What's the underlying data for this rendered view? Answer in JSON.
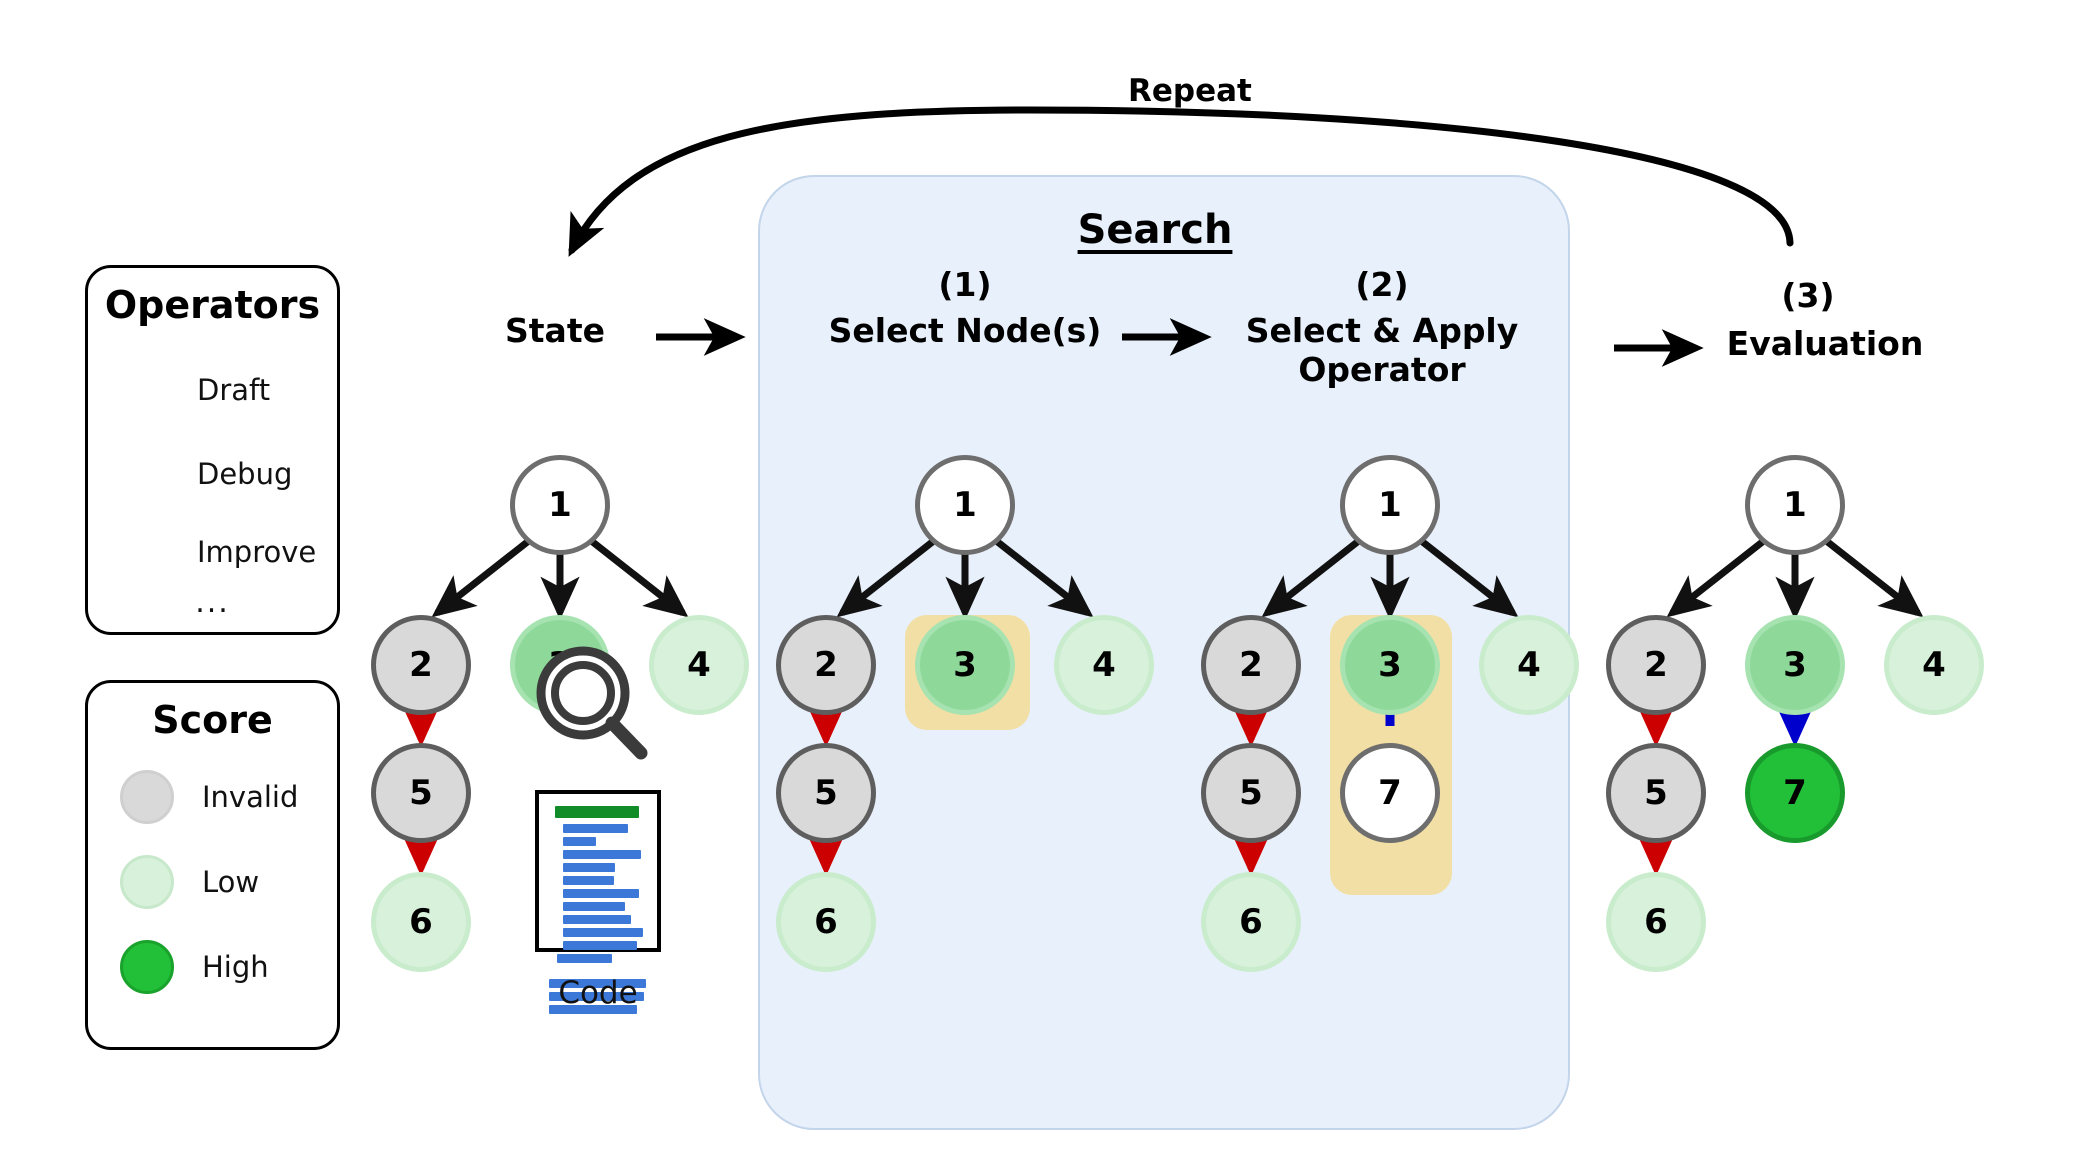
{
  "diagram": {
    "repeat_label": "Repeat",
    "panel_title": "Search",
    "stages": [
      {
        "num": "",
        "label": "State"
      },
      {
        "num": "(1)",
        "label": "Select Node(s)"
      },
      {
        "num": "(2)",
        "label": "Select & Apply\nOperator"
      },
      {
        "num": "(3)",
        "label": "Evaluation"
      }
    ]
  },
  "legend_operators": {
    "title": "Operators",
    "items": [
      {
        "label": "Draft",
        "color": "#000000"
      },
      {
        "label": "Debug",
        "color": "#cc0000"
      },
      {
        "label": "Improve",
        "color": "#0000cc"
      }
    ],
    "ellipsis": "..."
  },
  "legend_score": {
    "title": "Score",
    "items": [
      {
        "label": "Invalid",
        "color": "#d9d9d9"
      },
      {
        "label": "Low",
        "color": "#d7f1da"
      },
      {
        "label": "High",
        "color": "#22bf38"
      }
    ]
  },
  "code_icon": {
    "caption": "Code"
  },
  "trees": [
    {
      "name": "state-tree",
      "nodes": [
        {
          "id": "1",
          "score": "root"
        },
        {
          "id": "2",
          "score": "invalid"
        },
        {
          "id": "3",
          "score": "mid"
        },
        {
          "id": "4",
          "score": "low"
        },
        {
          "id": "5",
          "score": "invalid"
        },
        {
          "id": "6",
          "score": "low"
        }
      ],
      "edges": [
        {
          "from": "1",
          "to": "2",
          "op": "Draft"
        },
        {
          "from": "1",
          "to": "3",
          "op": "Draft"
        },
        {
          "from": "1",
          "to": "4",
          "op": "Draft"
        },
        {
          "from": "2",
          "to": "5",
          "op": "Debug"
        },
        {
          "from": "5",
          "to": "6",
          "op": "Debug"
        }
      ]
    },
    {
      "name": "select-nodes-tree",
      "nodes": [
        {
          "id": "1",
          "score": "root"
        },
        {
          "id": "2",
          "score": "invalid"
        },
        {
          "id": "3",
          "score": "mid",
          "highlighted": true
        },
        {
          "id": "4",
          "score": "low"
        },
        {
          "id": "5",
          "score": "invalid"
        },
        {
          "id": "6",
          "score": "low"
        }
      ],
      "edges": [
        {
          "from": "1",
          "to": "2",
          "op": "Draft"
        },
        {
          "from": "1",
          "to": "3",
          "op": "Draft"
        },
        {
          "from": "1",
          "to": "4",
          "op": "Draft"
        },
        {
          "from": "2",
          "to": "5",
          "op": "Debug"
        },
        {
          "from": "5",
          "to": "6",
          "op": "Debug"
        }
      ]
    },
    {
      "name": "apply-operator-tree",
      "nodes": [
        {
          "id": "1",
          "score": "root"
        },
        {
          "id": "2",
          "score": "invalid"
        },
        {
          "id": "3",
          "score": "mid",
          "highlighted": true
        },
        {
          "id": "4",
          "score": "low"
        },
        {
          "id": "5",
          "score": "invalid"
        },
        {
          "id": "6",
          "score": "low"
        },
        {
          "id": "7",
          "score": "white",
          "highlighted": true
        }
      ],
      "edges": [
        {
          "from": "1",
          "to": "2",
          "op": "Draft"
        },
        {
          "from": "1",
          "to": "3",
          "op": "Draft"
        },
        {
          "from": "1",
          "to": "4",
          "op": "Draft"
        },
        {
          "from": "2",
          "to": "5",
          "op": "Debug"
        },
        {
          "from": "5",
          "to": "6",
          "op": "Debug"
        },
        {
          "from": "3",
          "to": "7",
          "op": "Improve",
          "style": "dashed"
        }
      ]
    },
    {
      "name": "evaluation-tree",
      "nodes": [
        {
          "id": "1",
          "score": "root"
        },
        {
          "id": "2",
          "score": "invalid"
        },
        {
          "id": "3",
          "score": "mid"
        },
        {
          "id": "4",
          "score": "low"
        },
        {
          "id": "5",
          "score": "invalid"
        },
        {
          "id": "6",
          "score": "low"
        },
        {
          "id": "7",
          "score": "high"
        }
      ],
      "edges": [
        {
          "from": "1",
          "to": "2",
          "op": "Draft"
        },
        {
          "from": "1",
          "to": "3",
          "op": "Draft"
        },
        {
          "from": "1",
          "to": "4",
          "op": "Draft"
        },
        {
          "from": "2",
          "to": "5",
          "op": "Debug"
        },
        {
          "from": "5",
          "to": "6",
          "op": "Debug"
        },
        {
          "from": "3",
          "to": "7",
          "op": "Improve"
        }
      ]
    }
  ],
  "colors": {
    "panel_bg": "#e8f0fb",
    "panel_border": "#c3d5ea",
    "highlight": "#f2dfa5",
    "draft": "#000000",
    "debug": "#cc0000",
    "improve": "#0000cc",
    "invalid": "#d9d9d9",
    "low": "#d7f1da",
    "mid": "#8ed99a",
    "high": "#22bf38"
  }
}
